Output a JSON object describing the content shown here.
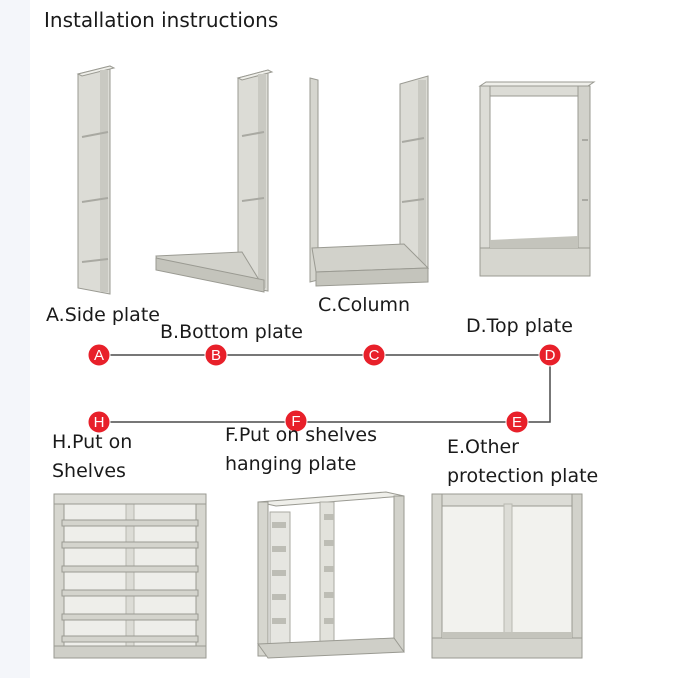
{
  "title": "Installation instructions",
  "steps": {
    "a": {
      "badge": "A",
      "label": "A.Side plate"
    },
    "b": {
      "badge": "B",
      "label": "B.Bottom plate"
    },
    "c": {
      "badge": "C",
      "label": "C.Column"
    },
    "d": {
      "badge": "D",
      "label": "D.Top plate"
    },
    "e": {
      "badge": "E",
      "line1": "E.Other",
      "line2": "protection plate"
    },
    "f": {
      "badge": "F",
      "line1": "F.Put on shelves",
      "line2": "hanging plate"
    },
    "h": {
      "badge": "H",
      "line1": "H.Put on",
      "line2": "Shelves"
    }
  },
  "colors": {
    "badge": "#e8202a",
    "line": "#4a4a4a",
    "metal": "#dcdcd6",
    "metal_dark": "#b8b8b0",
    "metal_edge": "#9a9a92"
  }
}
